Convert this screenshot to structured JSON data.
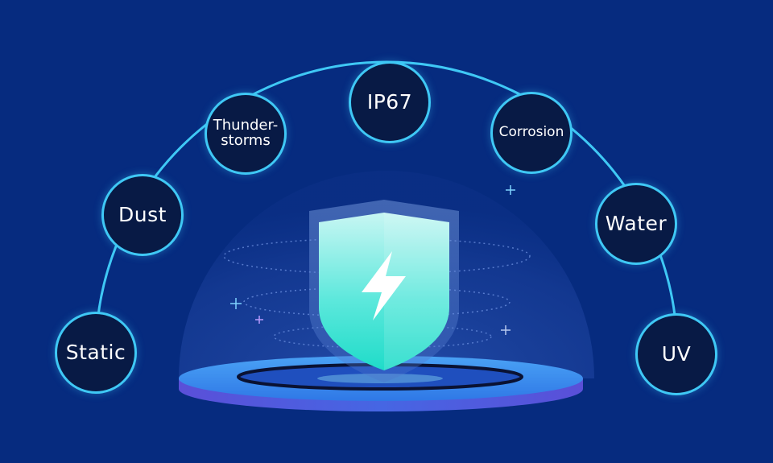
{
  "diagram": {
    "shield_icon": "lightning-bolt-icon",
    "colors": {
      "background": "#062b7f",
      "arc": "#3fc8f5",
      "node_fill": "#081a45",
      "shield_top": "#b9f4f1",
      "shield_bottom": "#20e0d2",
      "platform": "#3d8cf0"
    },
    "nodes": [
      {
        "id": "static",
        "label": "Static"
      },
      {
        "id": "dust",
        "label": "Dust"
      },
      {
        "id": "thunderstorms",
        "label": "Thunder-\nstorms"
      },
      {
        "id": "ip67",
        "label": "IP67"
      },
      {
        "id": "corrosion",
        "label": "Corrosion"
      },
      {
        "id": "water",
        "label": "Water"
      },
      {
        "id": "uv",
        "label": "UV"
      }
    ]
  }
}
